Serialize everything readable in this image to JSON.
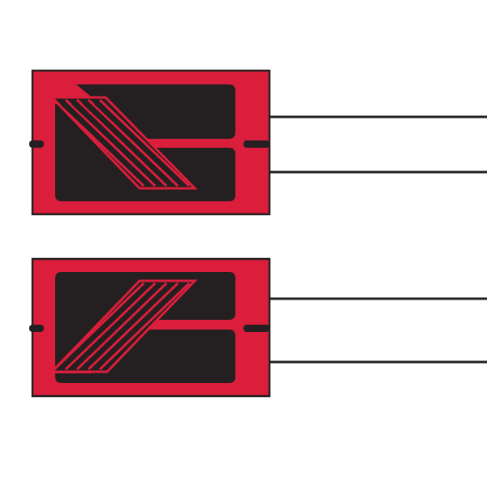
{
  "diagram": {
    "colors": {
      "background": "#ffffff",
      "carrier": "#db1e3b",
      "pad": "#241f20",
      "grid_line": "#db1e3b",
      "lead_wire": "#241f20",
      "outline": "#241f20"
    },
    "gauges": [
      {
        "name": "strain-gauge-1",
        "grid_orientation": "-45deg",
        "solder_tabs": 2,
        "lead_wires": 2,
        "grid_lines": 6
      },
      {
        "name": "strain-gauge-2",
        "grid_orientation": "+45deg",
        "solder_tabs": 2,
        "lead_wires": 2,
        "grid_lines": 6
      }
    ]
  }
}
